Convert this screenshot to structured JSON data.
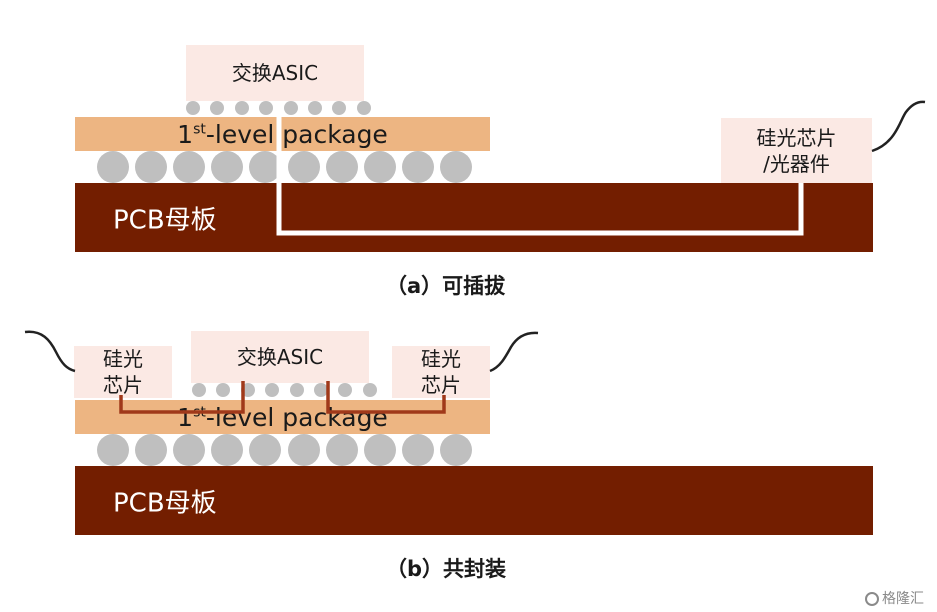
{
  "diagram_a": {
    "asic_label": "交换ASIC",
    "package_prefix": "1",
    "package_sup": "st",
    "package_suffix": "-level package",
    "pcb_label": "PCB母板",
    "module_label_line1": "硅光芯片",
    "module_label_line2": "/光器件",
    "caption": "（a）可插拔"
  },
  "diagram_b": {
    "asic_label": "交换ASIC",
    "package_prefix": "1",
    "package_sup": "st",
    "package_suffix": "-level package",
    "pcb_label": "PCB母板",
    "left_chip_line1": "硅光",
    "left_chip_line2": "芯片",
    "right_chip_line1": "硅光",
    "right_chip_line2": "芯片",
    "caption": "（b）共封装"
  },
  "colors": {
    "pcb": "#731e00",
    "package": "#edb582",
    "chip": "#fbe9e4",
    "solder": "#bfbfbf",
    "trace_a": "#ffffff",
    "trace_b": "#a0391a"
  },
  "watermark": "格隆汇"
}
